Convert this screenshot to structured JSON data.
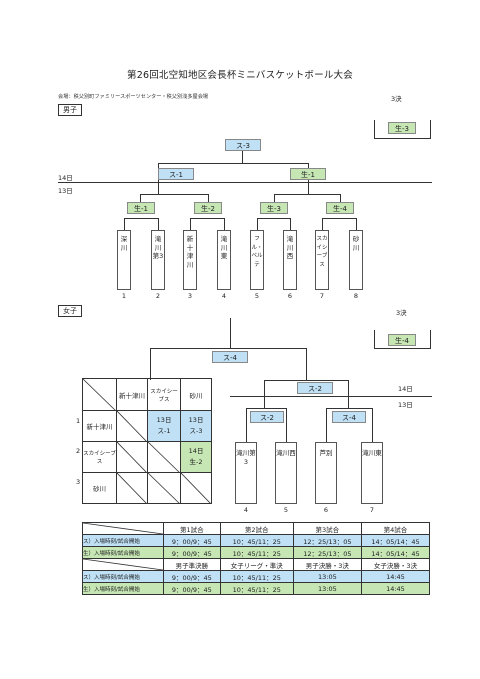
{
  "title": "第26回北空知地区会長杯ミニバスケットボール大会",
  "venue": "会場：秩父別町ファミリースポーツセンター・秩父別浅多屋会場",
  "boys": {
    "label": "男子",
    "third_label": "3決",
    "third_tag": "生-3",
    "top_tag": "ス-3",
    "day14": "14日",
    "day13": "13日",
    "semi_left": "ス-1",
    "semi_right": "生-1",
    "qf": [
      "生-1",
      "生-2",
      "生-3",
      "生-4"
    ],
    "teams": [
      {
        "name": "深川",
        "num": "1"
      },
      {
        "name": "滝川第3",
        "num": "2"
      },
      {
        "name": "新十津川",
        "num": "3"
      },
      {
        "name": "滝川東",
        "num": "4"
      },
      {
        "name": "フル・ベルテ",
        "num": "5"
      },
      {
        "name": "滝川西",
        "num": "6"
      },
      {
        "name": "スカイシーブス",
        "num": "7"
      },
      {
        "name": "砂川",
        "num": "8"
      }
    ]
  },
  "girls": {
    "label": "女子",
    "third_label": "3決",
    "third_tag": "生-4",
    "top_tag": "ス-4",
    "day14": "14日",
    "day13": "13日",
    "semi_top": "ス-2",
    "sub_left": "ス-2",
    "sub_right": "ス-4",
    "teams": [
      {
        "name": "滝川第3",
        "num": "4"
      },
      {
        "name": "滝川西",
        "num": "5"
      },
      {
        "name": "芦別",
        "num": "6"
      },
      {
        "name": "滝川東",
        "num": "7"
      }
    ],
    "league": {
      "col_headers": [
        "新十津川",
        "スカイシーブス",
        "砂川"
      ],
      "rows": [
        {
          "idx": "1",
          "name": "新十津川"
        },
        {
          "idx": "2",
          "name": "スカイシーブス"
        },
        {
          "idx": "3",
          "name": "砂川"
        }
      ],
      "cells": {
        "r1c2": [
          "13日",
          "ス-1"
        ],
        "r1c3": [
          "13日",
          "ス-3"
        ],
        "r2c3": [
          "14日",
          "生-2"
        ]
      }
    }
  },
  "schedule": {
    "head1": [
      "第1試合",
      "第2試合",
      "第3試合",
      "第4試合"
    ],
    "row1": {
      "label": "ス）入場時刻/試合開始",
      "cells": [
        "9：00/9：45",
        "10：45/11：25",
        "12：25/13：05",
        "14：05/14：45"
      ]
    },
    "row2": {
      "label": "生）入場時刻/試合開始",
      "cells": [
        "9：00/9：45",
        "10：45/11：25",
        "12：25/13：05",
        "14：05/14：45"
      ]
    },
    "head2": [
      "男子準決勝",
      "女子リーグ・準決",
      "男子決勝・3決",
      "女子決勝・3決"
    ],
    "row3": {
      "label": "ス）入場時刻/試合開始",
      "cells": [
        "9：00/9：45",
        "10：45/11：25",
        "13:05",
        "14:45"
      ]
    },
    "row4": {
      "label": "生）入場時刻/試合開始",
      "cells": [
        "9：00/9：45",
        "10：45/11：25",
        "13:05",
        "14:45"
      ]
    }
  },
  "colors": {
    "blue": "#bfe0f5",
    "green": "#c6e6b4"
  }
}
